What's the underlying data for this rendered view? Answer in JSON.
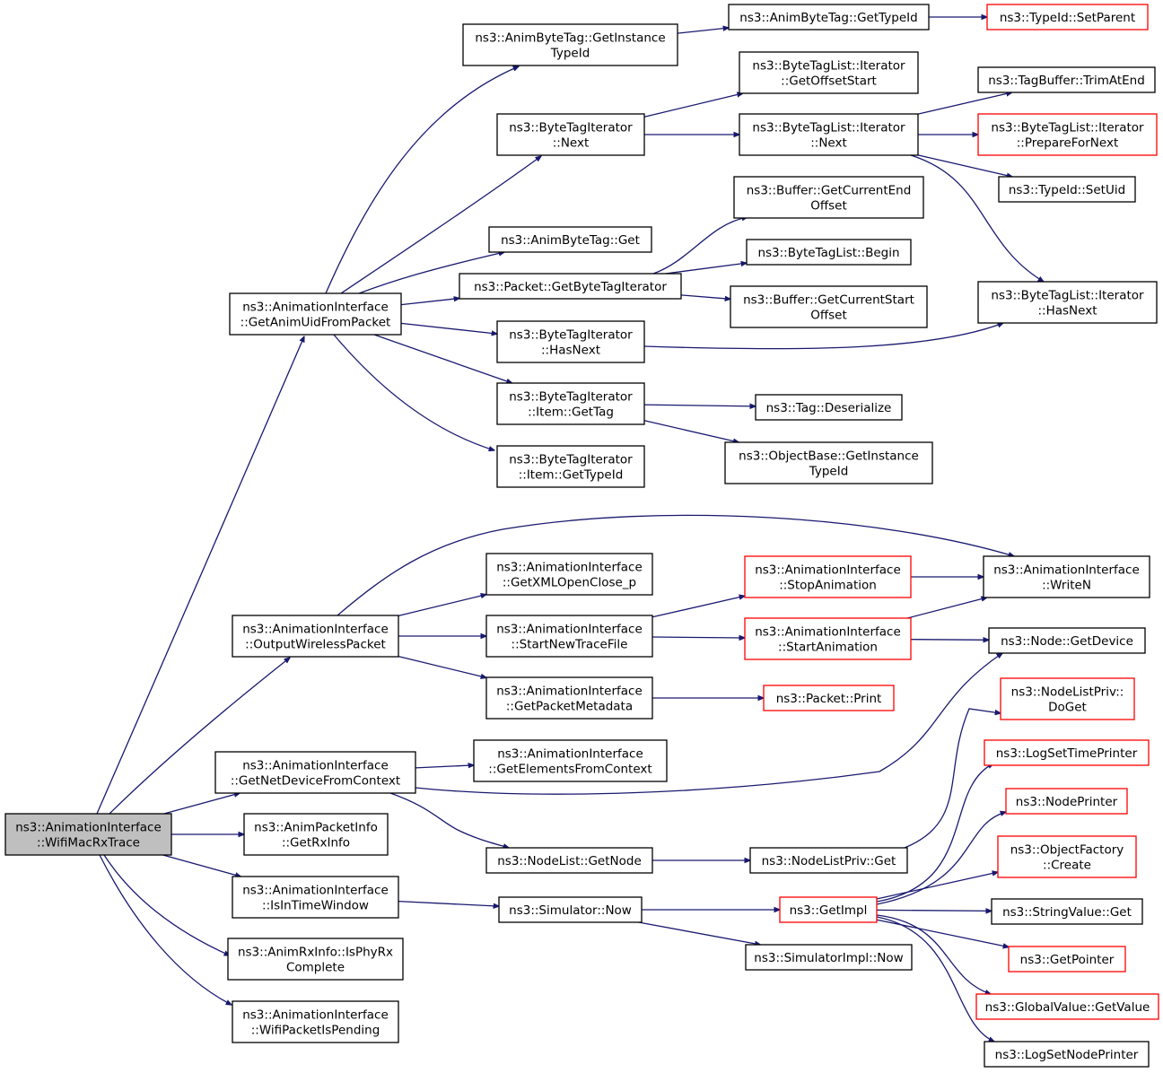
{
  "colors": {
    "edge": "#191970",
    "border_normal": "#000000",
    "border_truncated": "#ff0000",
    "root_fill": "#bfbfbf",
    "fill": "#ffffff"
  },
  "nodes": [
    {
      "id": "root",
      "lines": [
        "ns3::AnimationInterface",
        "::WifiMacRxTrace"
      ],
      "style": "root"
    },
    {
      "id": "getanimuid",
      "lines": [
        "ns3::AnimationInterface",
        "::GetAnimUidFromPacket"
      ],
      "style": "normal"
    },
    {
      "id": "outputwireless",
      "lines": [
        "ns3::AnimationInterface",
        "::OutputWirelessPacket"
      ],
      "style": "normal"
    },
    {
      "id": "getnetdevice",
      "lines": [
        "ns3::AnimationInterface",
        "::GetNetDeviceFromContext"
      ],
      "style": "normal"
    },
    {
      "id": "getrxinfo",
      "lines": [
        "ns3::AnimPacketInfo",
        "::GetRxInfo"
      ],
      "style": "normal"
    },
    {
      "id": "isintimewindow",
      "lines": [
        "ns3::AnimationInterface",
        "::IsInTimeWindow"
      ],
      "style": "normal"
    },
    {
      "id": "isphyrx",
      "lines": [
        "ns3::AnimRxInfo::IsPhyRx",
        "Complete"
      ],
      "style": "normal"
    },
    {
      "id": "wifipending",
      "lines": [
        "ns3::AnimationInterface",
        "::WifiPacketIsPending"
      ],
      "style": "normal"
    },
    {
      "id": "abtgetinst",
      "lines": [
        "ns3::AnimByteTag::GetInstance",
        "TypeId"
      ],
      "style": "normal"
    },
    {
      "id": "btinext",
      "lines": [
        "ns3::ByteTagIterator",
        "::Next"
      ],
      "style": "normal"
    },
    {
      "id": "abtget",
      "lines": [
        "ns3::AnimByteTag::Get"
      ],
      "style": "normal"
    },
    {
      "id": "pktgetbti",
      "lines": [
        "ns3::Packet::GetByteTagIterator"
      ],
      "style": "normal"
    },
    {
      "id": "btihasnext",
      "lines": [
        "ns3::ByteTagIterator",
        "::HasNext"
      ],
      "style": "normal"
    },
    {
      "id": "btiitemgettag",
      "lines": [
        "ns3::ByteTagIterator",
        "::Item::GetTag"
      ],
      "style": "normal"
    },
    {
      "id": "btiitemtypeid",
      "lines": [
        "ns3::ByteTagIterator",
        "::Item::GetTypeId"
      ],
      "style": "normal"
    },
    {
      "id": "abtgettypeid",
      "lines": [
        "ns3::AnimByteTag::GetTypeId"
      ],
      "style": "normal"
    },
    {
      "id": "tidsetparent",
      "lines": [
        "ns3::TypeId::SetParent"
      ],
      "style": "truncated"
    },
    {
      "id": "btlitoffset",
      "lines": [
        "ns3::ByteTagList::Iterator",
        "::GetOffsetStart"
      ],
      "style": "normal"
    },
    {
      "id": "btlitnext",
      "lines": [
        "ns3::ByteTagList::Iterator",
        "::Next"
      ],
      "style": "normal"
    },
    {
      "id": "tbtrim",
      "lines": [
        "ns3::TagBuffer::TrimAtEnd"
      ],
      "style": "normal"
    },
    {
      "id": "btlitprep",
      "lines": [
        "ns3::ByteTagList::Iterator",
        "::PrepareForNext"
      ],
      "style": "truncated"
    },
    {
      "id": "tidsetuid",
      "lines": [
        "ns3::TypeId::SetUid"
      ],
      "style": "normal"
    },
    {
      "id": "bufendoff",
      "lines": [
        "ns3::Buffer::GetCurrentEnd",
        "Offset"
      ],
      "style": "normal"
    },
    {
      "id": "btlbegin",
      "lines": [
        "ns3::ByteTagList::Begin"
      ],
      "style": "normal"
    },
    {
      "id": "bufstartoff",
      "lines": [
        "ns3::Buffer::GetCurrentStart",
        "Offset"
      ],
      "style": "normal"
    },
    {
      "id": "btlithasnext",
      "lines": [
        "ns3::ByteTagList::Iterator",
        "::HasNext"
      ],
      "style": "normal"
    },
    {
      "id": "tagdeser",
      "lines": [
        "ns3::Tag::Deserialize"
      ],
      "style": "normal"
    },
    {
      "id": "obgetinst",
      "lines": [
        "ns3::ObjectBase::GetInstance",
        "TypeId"
      ],
      "style": "normal"
    },
    {
      "id": "aigetxml",
      "lines": [
        "ns3::AnimationInterface",
        "::GetXMLOpenClose_p"
      ],
      "style": "normal"
    },
    {
      "id": "aistartnew",
      "lines": [
        "ns3::AnimationInterface",
        "::StartNewTraceFile"
      ],
      "style": "normal"
    },
    {
      "id": "aigetmeta",
      "lines": [
        "ns3::AnimationInterface",
        "::GetPacketMetadata"
      ],
      "style": "normal"
    },
    {
      "id": "aistopanim",
      "lines": [
        "ns3::AnimationInterface",
        "::StopAnimation"
      ],
      "style": "truncated"
    },
    {
      "id": "aistartanim",
      "lines": [
        "ns3::AnimationInterface",
        "::StartAnimation"
      ],
      "style": "truncated"
    },
    {
      "id": "aiwriten",
      "lines": [
        "ns3::AnimationInterface",
        "::WriteN"
      ],
      "style": "normal"
    },
    {
      "id": "nodegetdev",
      "lines": [
        "ns3::Node::GetDevice"
      ],
      "style": "normal"
    },
    {
      "id": "pktprint",
      "lines": [
        "ns3::Packet::Print"
      ],
      "style": "truncated"
    },
    {
      "id": "aigetelems",
      "lines": [
        "ns3::AnimationInterface",
        "::GetElementsFromContext"
      ],
      "style": "normal"
    },
    {
      "id": "nlgetnode",
      "lines": [
        "ns3::NodeList::GetNode"
      ],
      "style": "normal"
    },
    {
      "id": "nlpget",
      "lines": [
        "ns3::NodeListPriv::Get"
      ],
      "style": "normal"
    },
    {
      "id": "simnow",
      "lines": [
        "ns3::Simulator::Now"
      ],
      "style": "normal"
    },
    {
      "id": "getimpl",
      "lines": [
        "ns3::GetImpl"
      ],
      "style": "truncated"
    },
    {
      "id": "simimplnow",
      "lines": [
        "ns3::SimulatorImpl::Now"
      ],
      "style": "normal"
    },
    {
      "id": "nlpdoget",
      "lines": [
        "ns3::NodeListPriv::",
        "DoGet"
      ],
      "style": "truncated"
    },
    {
      "id": "logsettime",
      "lines": [
        "ns3::LogSetTimePrinter"
      ],
      "style": "truncated"
    },
    {
      "id": "nodeprinter",
      "lines": [
        "ns3::NodePrinter"
      ],
      "style": "truncated"
    },
    {
      "id": "objfactcreate",
      "lines": [
        "ns3::ObjectFactory",
        "::Create"
      ],
      "style": "truncated"
    },
    {
      "id": "strvalget",
      "lines": [
        "ns3::StringValue::Get"
      ],
      "style": "normal"
    },
    {
      "id": "getpointer",
      "lines": [
        "ns3::GetPointer"
      ],
      "style": "truncated"
    },
    {
      "id": "gvgetvalue",
      "lines": [
        "ns3::GlobalValue::GetValue"
      ],
      "style": "truncated"
    },
    {
      "id": "logsetnode",
      "lines": [
        "ns3::LogSetNodePrinter"
      ],
      "style": "normal"
    }
  ],
  "edges": [
    [
      "root",
      "getanimuid"
    ],
    [
      "root",
      "outputwireless"
    ],
    [
      "root",
      "getnetdevice"
    ],
    [
      "root",
      "getrxinfo"
    ],
    [
      "root",
      "isintimewindow"
    ],
    [
      "root",
      "isphyrx"
    ],
    [
      "root",
      "wifipending"
    ],
    [
      "getanimuid",
      "abtgetinst"
    ],
    [
      "getanimuid",
      "btinext"
    ],
    [
      "getanimuid",
      "abtget"
    ],
    [
      "getanimuid",
      "pktgetbti"
    ],
    [
      "getanimuid",
      "btihasnext"
    ],
    [
      "getanimuid",
      "btiitemgettag"
    ],
    [
      "getanimuid",
      "btiitemtypeid"
    ],
    [
      "abtgetinst",
      "abtgettypeid"
    ],
    [
      "abtgettypeid",
      "tidsetparent"
    ],
    [
      "btinext",
      "btlitoffset"
    ],
    [
      "btinext",
      "btlitnext"
    ],
    [
      "btlitnext",
      "tbtrim"
    ],
    [
      "btlitnext",
      "btlitprep"
    ],
    [
      "btlitnext",
      "tidsetuid"
    ],
    [
      "btlitnext",
      "btlithasnext"
    ],
    [
      "pktgetbti",
      "bufendoff"
    ],
    [
      "pktgetbti",
      "btlbegin"
    ],
    [
      "pktgetbti",
      "bufstartoff"
    ],
    [
      "btihasnext",
      "btlithasnext"
    ],
    [
      "btiitemgettag",
      "tagdeser"
    ],
    [
      "btiitemgettag",
      "obgetinst"
    ],
    [
      "outputwireless",
      "aiwriten"
    ],
    [
      "outputwireless",
      "aigetxml"
    ],
    [
      "outputwireless",
      "aistartnew"
    ],
    [
      "outputwireless",
      "aigetmeta"
    ],
    [
      "aistartnew",
      "aistopanim"
    ],
    [
      "aistartnew",
      "aistartanim"
    ],
    [
      "aistopanim",
      "aiwriten"
    ],
    [
      "aistartanim",
      "aiwriten"
    ],
    [
      "aistartanim",
      "nodegetdev"
    ],
    [
      "aigetmeta",
      "pktprint"
    ],
    [
      "getnetdevice",
      "aigetelems"
    ],
    [
      "getnetdevice",
      "nodegetdev"
    ],
    [
      "getnetdevice",
      "nlgetnode"
    ],
    [
      "nlgetnode",
      "nlpget"
    ],
    [
      "nlpget",
      "nlpdoget"
    ],
    [
      "isintimewindow",
      "simnow"
    ],
    [
      "simnow",
      "getimpl"
    ],
    [
      "simnow",
      "simimplnow"
    ],
    [
      "getimpl",
      "logsettime"
    ],
    [
      "getimpl",
      "nodeprinter"
    ],
    [
      "getimpl",
      "objfactcreate"
    ],
    [
      "getimpl",
      "strvalget"
    ],
    [
      "getimpl",
      "getpointer"
    ],
    [
      "getimpl",
      "gvgetvalue"
    ],
    [
      "getimpl",
      "logsetnode"
    ]
  ]
}
